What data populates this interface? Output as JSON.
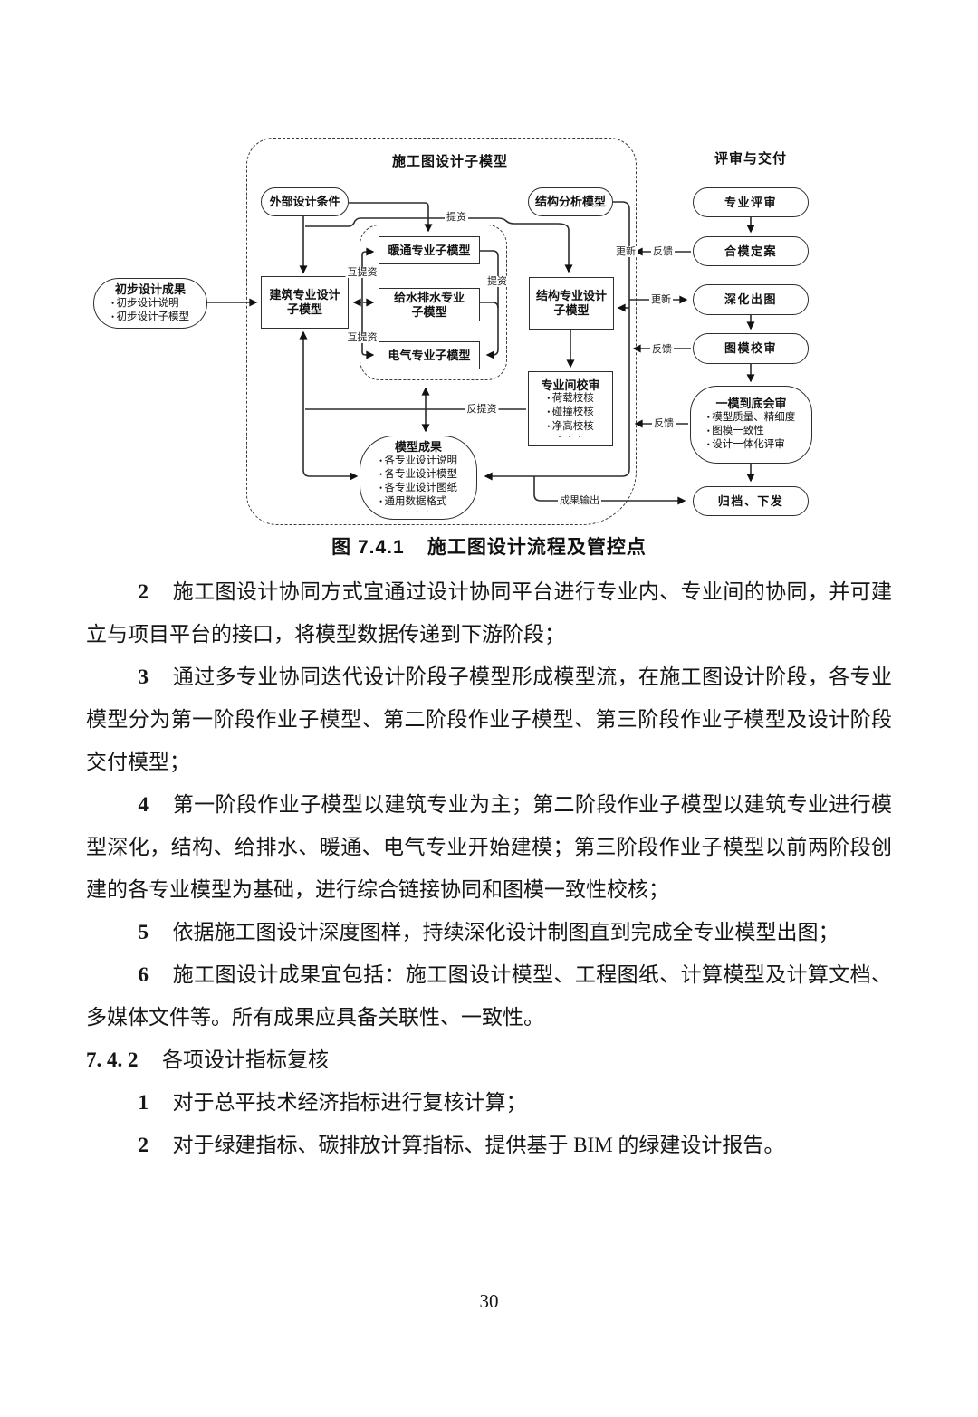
{
  "diagram": {
    "outer_group_title": "施工图设计子模型",
    "right_group_title": "评审与交付",
    "nodes": {
      "preliminary": {
        "title": "初步设计成果",
        "items": [
          "初步设计说明",
          "初步设计子模型"
        ]
      },
      "external_conditions": {
        "title": "外部设计条件"
      },
      "structural_analysis": {
        "title": "结构分析模型"
      },
      "arch_design": {
        "lines": [
          "建筑专业设计",
          "子模型"
        ]
      },
      "hvac": {
        "title": "暖通专业子模型"
      },
      "plumbing": {
        "lines": [
          "给水排水专业",
          "子模型"
        ]
      },
      "electrical": {
        "title": "电气专业子模型"
      },
      "structural_design": {
        "lines": [
          "结构专业设计",
          "子模型"
        ]
      },
      "inter_review": {
        "title": "专业间校审",
        "items": [
          "荷载校核",
          "碰撞校核",
          "净高校核"
        ],
        "more": "· · ·"
      },
      "model_results": {
        "title": "模型成果",
        "items": [
          "各专业设计说明",
          "各专业设计模型",
          "各专业设计图纸",
          "通用数据格式"
        ],
        "more": "· · ·"
      },
      "professional_review": {
        "title": "专业评审"
      },
      "model_finalize": {
        "title": "合模定案"
      },
      "detail_drawing": {
        "title": "深化出图"
      },
      "drawing_model_review": {
        "title": "图模校审"
      },
      "one_model_review": {
        "title": "一模到底会审",
        "items": [
          "模型质量、精细度",
          "图模一致性",
          "设计一体化评审"
        ]
      },
      "archive": {
        "title": "归档、下发"
      }
    },
    "labels": {
      "tizi_top": "提资",
      "tizi_inner": "提资",
      "hutizi_upper": "互提资",
      "hutizi_lower": "互提资",
      "fantizi": "反提资",
      "gengxin_hemu": "更新",
      "fankui_hemu": "反馈",
      "gengxin_shenhua": "更新",
      "fankui_tumo": "反馈",
      "fankui_yimo": "反馈",
      "chengguo_output": "成果输出"
    }
  },
  "figure_caption": {
    "prefix": "图 7.4.1",
    "text": "施工图设计流程及管控点"
  },
  "body": {
    "paragraphs": [
      {
        "num": "2",
        "text": "施工图设计协同方式宜通过设计协同平台进行专业内、专业间的协同，并可建立与项目平台的接口，将模型数据传递到下游阶段；"
      },
      {
        "num": "3",
        "text": "通过多专业协同迭代设计阶段子模型形成模型流，在施工图设计阶段，各专业模型分为第一阶段作业子模型、第二阶段作业子模型、第三阶段作业子模型及设计阶段交付模型；"
      },
      {
        "num": "4",
        "text": "第一阶段作业子模型以建筑专业为主；第二阶段作业子模型以建筑专业进行模型深化，结构、给排水、暖通、电气专业开始建模；第三阶段作业子模型以前两阶段创建的各专业模型为基础，进行综合链接协同和图模一致性校核；"
      },
      {
        "num": "5",
        "text": "依据施工图设计深度图样，持续深化设计制图直到完成全专业模型出图；"
      },
      {
        "num": "6",
        "text": "施工图设计成果宜包括：施工图设计模型、工程图纸、计算模型及计算文档、多媒体文件等。所有成果应具备关联性、一致性。"
      }
    ],
    "clause": {
      "num": "7. 4. 2",
      "title": "各项设计指标复核"
    },
    "sub_items": [
      {
        "num": "1",
        "text": "对于总平技术经济指标进行复核计算；"
      },
      {
        "num": "2",
        "text": "对于绿建指标、碳排放计算指标、提供基于 BIM 的绿建设计报告。"
      }
    ]
  },
  "page_number": "30"
}
